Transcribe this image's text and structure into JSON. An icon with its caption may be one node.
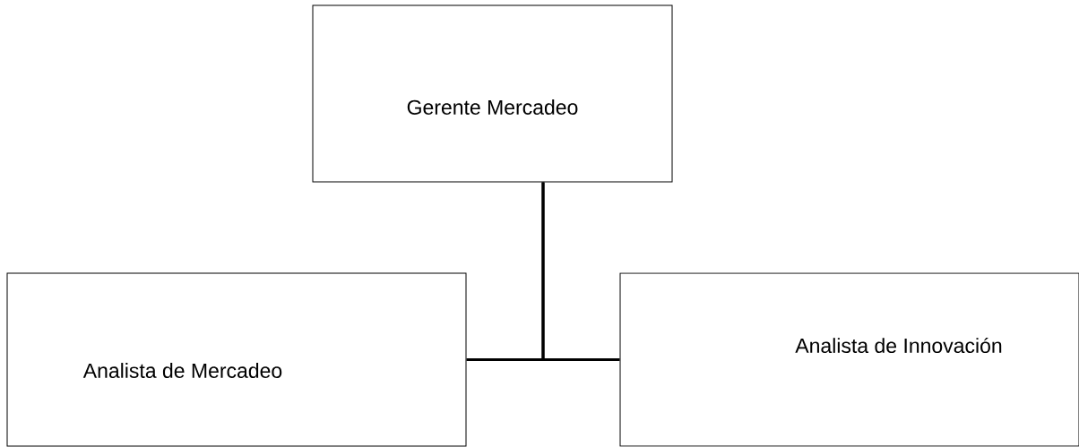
{
  "diagram": {
    "nodes": [
      {
        "text": [
          "Gerente Mercadeo"
        ]
      },
      {
        "text": [
          "Analista de Mercadeo"
        ]
      },
      {
        "text": [
          "Analista de Innovación"
        ]
      }
    ],
    "edges": [
      {
        "from": 0,
        "to": 1,
        "arrow": "none"
      },
      {
        "from": 0,
        "to": 2,
        "arrow": "none"
      }
    ]
  }
}
